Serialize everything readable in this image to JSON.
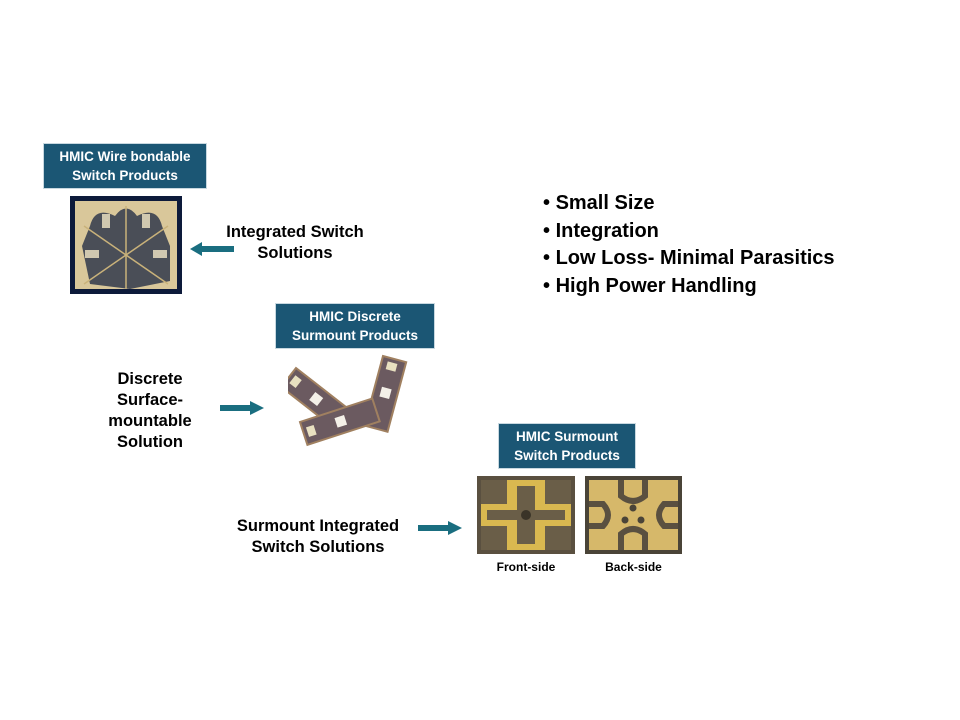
{
  "labels": {
    "wire_bondable": [
      "HMIC Wire bondable",
      "Switch Products"
    ],
    "discrete_surmount": [
      "HMIC Discrete",
      "Surmount Products"
    ],
    "surmount_switch": [
      "HMIC Surmount",
      "Switch Products"
    ]
  },
  "captions": {
    "integrated": [
      "Integrated Switch",
      "Solutions"
    ],
    "discrete": [
      "Discrete",
      "Surface-",
      "mountable",
      "Solution"
    ],
    "surmount_integrated": [
      "Surmount Integrated",
      "Switch Solutions"
    ]
  },
  "chip_sides": {
    "front": "Front-side",
    "back": "Back-side"
  },
  "bullets": [
    "Small Size",
    "Integration",
    "Low Loss- Minimal Parasitics",
    "High Power Handling"
  ],
  "colors": {
    "label_bg": "#1b5674",
    "arrow": "#1a6e80"
  }
}
